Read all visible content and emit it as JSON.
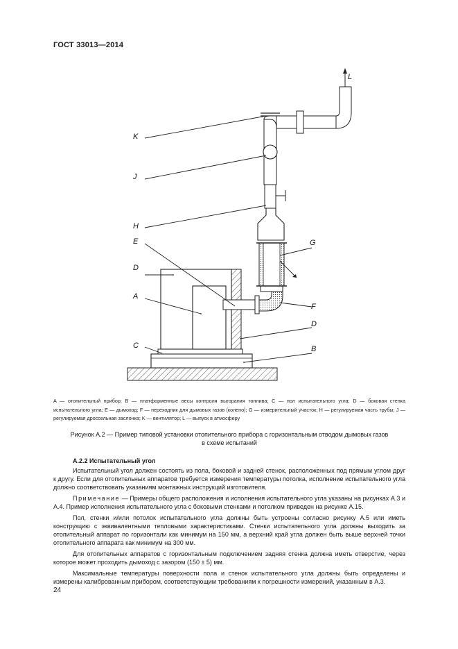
{
  "header": {
    "title": "ГОСТ 33013—2014"
  },
  "figure": {
    "labels": {
      "K": "K",
      "J": "J",
      "H": "H",
      "E": "E",
      "D1": "D",
      "A": "A",
      "C": "C",
      "L": "L",
      "G": "G",
      "F": "F",
      "D2": "D",
      "B": "B"
    }
  },
  "legend": {
    "text": "A — отопительный прибор; B — платформенные весы контроля выгорания топлива; C — пол испытательного угла; D — боковая стенка испытательного угла; E — дымоход; F — переходник для дымовых газов (колено); G — измерительный участок; H — регулируемая часть трубы; J — регулируемая дроссельная заслонка; K — вентилятор; L — выпуск в атмосферу"
  },
  "caption": {
    "line1": "Рисунок А.2 — Пример типовой установки отопительного прибора с горизонтальным отводом дымовых газов",
    "line2": "в схеме испытаний"
  },
  "section": {
    "heading": "А.2.2 Испытательный угол",
    "p1": "Испытательный угол должен состоять из пола, боковой и задней стенок, расположенных под прямым углом друг к другу. Если для отопительных аппаратов требуется измерения температуры потолка, исполнение испытательного угла должно соответствовать указаниям монтажных инструкций изготовителя.",
    "note_label": "Примечание",
    "note_text": " — Примеры общего расположения и исполнения испытательного угла указаны на рисунках А.3 и А.4. Пример исполнения испытательного угла с боковыми стенками и потолком приведен на рисунке А.15.",
    "p2": "Пол, стенки и/или потолок испытательного угла должны быть устроены согласно рисунку А.5 или иметь конструкцию с эквивалентными тепловыми характеристиками. Стенки испытательного угла должны выходить за отопительный аппарат по горизонтали как минимум на 150 мм, а верхний край угла должен быть выше верхней точки отопительного аппарата как минимум на 300 мм.",
    "p3": "Для отопительных аппаратов с горизонтальным подключением задняя стенка должна иметь отверстие, через которое может проходить дымоход с зазором (150 ± 5) мм.",
    "p4": "Максимальные температуры поверхности пола и стенок испытательного угла должны быть определены и измерены калиброванным прибором, соответствующим требованиям к погрешности измерений, указанным в А.3."
  },
  "page": {
    "number": "24"
  }
}
